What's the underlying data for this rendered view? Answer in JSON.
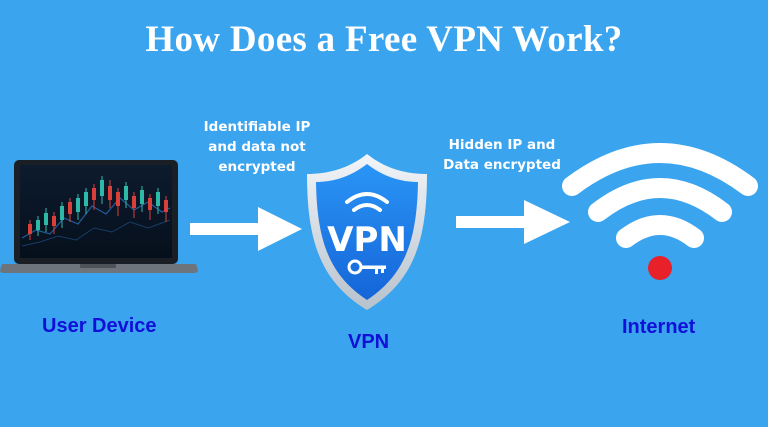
{
  "title": "How Does a Free VPN Work?",
  "notes": {
    "left": [
      "Identifiable IP",
      "and data not",
      "encrypted"
    ],
    "right": [
      "Hidden IP and",
      "Data encrypted"
    ]
  },
  "nodes": {
    "device": "User Device",
    "vpn": "VPN",
    "internet": "Internet"
  },
  "shield": {
    "text": "VPN"
  },
  "colors": {
    "background": "#3aa4ef",
    "label": "#1010d8",
    "shield": "#1e7ff0",
    "dot": "#e8202a"
  },
  "icons": [
    "laptop-icon",
    "arrow-right-icon",
    "vpn-shield-icon",
    "key-icon",
    "wifi-icon"
  ]
}
